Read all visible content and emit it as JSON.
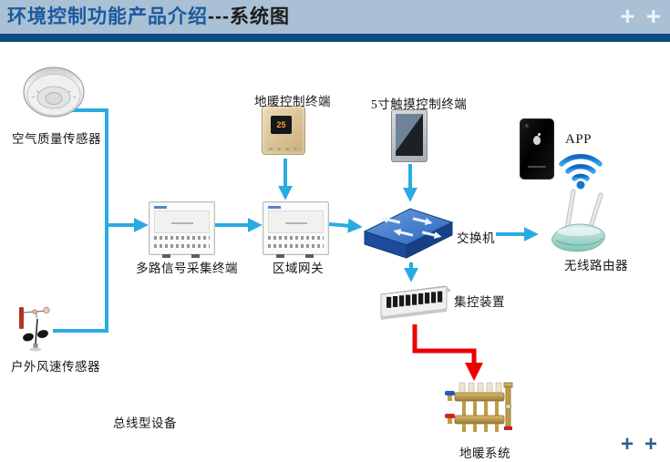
{
  "header": {
    "title_primary": "环境控制功能产品介绍",
    "title_dashes": "---",
    "title_secondary": "系统图",
    "plus": "+"
  },
  "footer": {
    "plus": "+"
  },
  "diagram": {
    "thermostat_display": "25",
    "labels": {
      "air_quality_sensor": "空气质量传感器",
      "floor_heating_terminal": "地暖控制终端",
      "touch_terminal_5inch": "5寸触摸控制终端",
      "app": "APP",
      "multi_signal_collector": "多路信号采集终端",
      "area_gateway": "区域网关",
      "network_switch": "交换机",
      "wireless_router": "无线路由器",
      "central_control_unit": "集控装置",
      "outdoor_wind_sensor": "户外风速传感器",
      "bus_type_devices": "总线型设备",
      "floor_heating_system": "地暖系统"
    },
    "colors": {
      "connector_blue": "#29abe2",
      "connector_red": "#ee0000",
      "header_background": "#a9c0d5",
      "header_stripe": "#0e4d80",
      "title_blue": "#1b5a9d"
    }
  }
}
